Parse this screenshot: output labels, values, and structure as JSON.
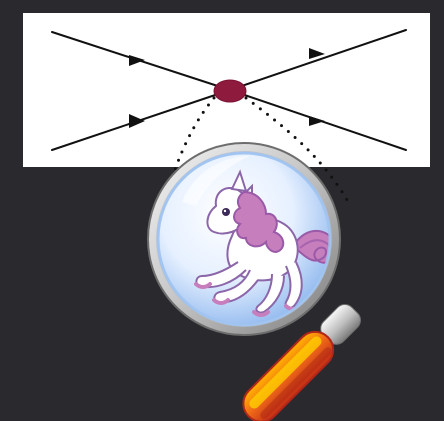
{
  "scene": {
    "background_color": "#2b2b2d",
    "panel_color": "#ffffff",
    "line_color": "#111111",
    "vertex_color": "#8e1b3e",
    "vertex_outline_color": "#7a1233",
    "dotted_cone_color": "#111111",
    "lens_fill_color": "#e9f2ff",
    "lens_edge_color": "#b7d2f3",
    "magnifier_ring_color": "#c8c8c8",
    "magnifier_ring_shadow": "#7b7b7b",
    "handle_color": "#f06a18",
    "handle_highlight": "#ffd400",
    "handle_edge_color": "#c22e16",
    "unicorn_body_color": "#ffffff",
    "unicorn_mane_color": "#c67ebd",
    "unicorn_mane_secondary": "#9a5aa8"
  },
  "icons": {
    "diagram": "feynman-vertex-diagram",
    "magnifier": "magnifying-glass",
    "creature": "unicorn"
  }
}
